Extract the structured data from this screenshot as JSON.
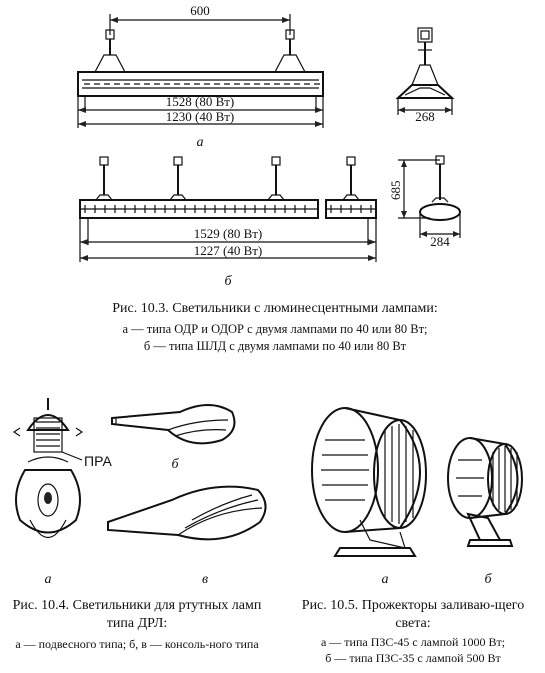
{
  "fig3": {
    "dim_600": "600",
    "dim_1528": "1528 (80 Вт)",
    "dim_1230": "1230 (40 Вт)",
    "dim_268": "268",
    "label_a": "а",
    "dim_685": "685",
    "dim_1529": "1529 (80 Вт)",
    "dim_1227": "1227 (40 Вт)",
    "dim_284": "284",
    "label_b": "б",
    "caption_title": "Рис. 10.3. Светильники с люминесцентными лампами:",
    "caption_line1": "а — типа ОДР и ОДОР с двумя лампами по 40 или 80 Вт;",
    "caption_line2": "б — типа ШЛД с двумя лампами по 40 или 80 Вт"
  },
  "fig4": {
    "pra_label": "ПРА",
    "label_a": "а",
    "label_b": "б",
    "label_v": "в",
    "caption_title": "Рис. 10.4. Светильники для ртутных ламп типа ДРЛ:",
    "caption_sub": "а — подвесного типа; б, в — консоль-ного типа"
  },
  "fig5": {
    "label_a": "а",
    "label_b": "б",
    "caption_title": "Рис. 10.5. Прожекторы заливаю-щего света:",
    "caption_line1": "а — типа ПЗС-45 с лампой 1000 Вт;",
    "caption_line2": "б — типа ПЗС-35 с лампой 500 Вт"
  }
}
